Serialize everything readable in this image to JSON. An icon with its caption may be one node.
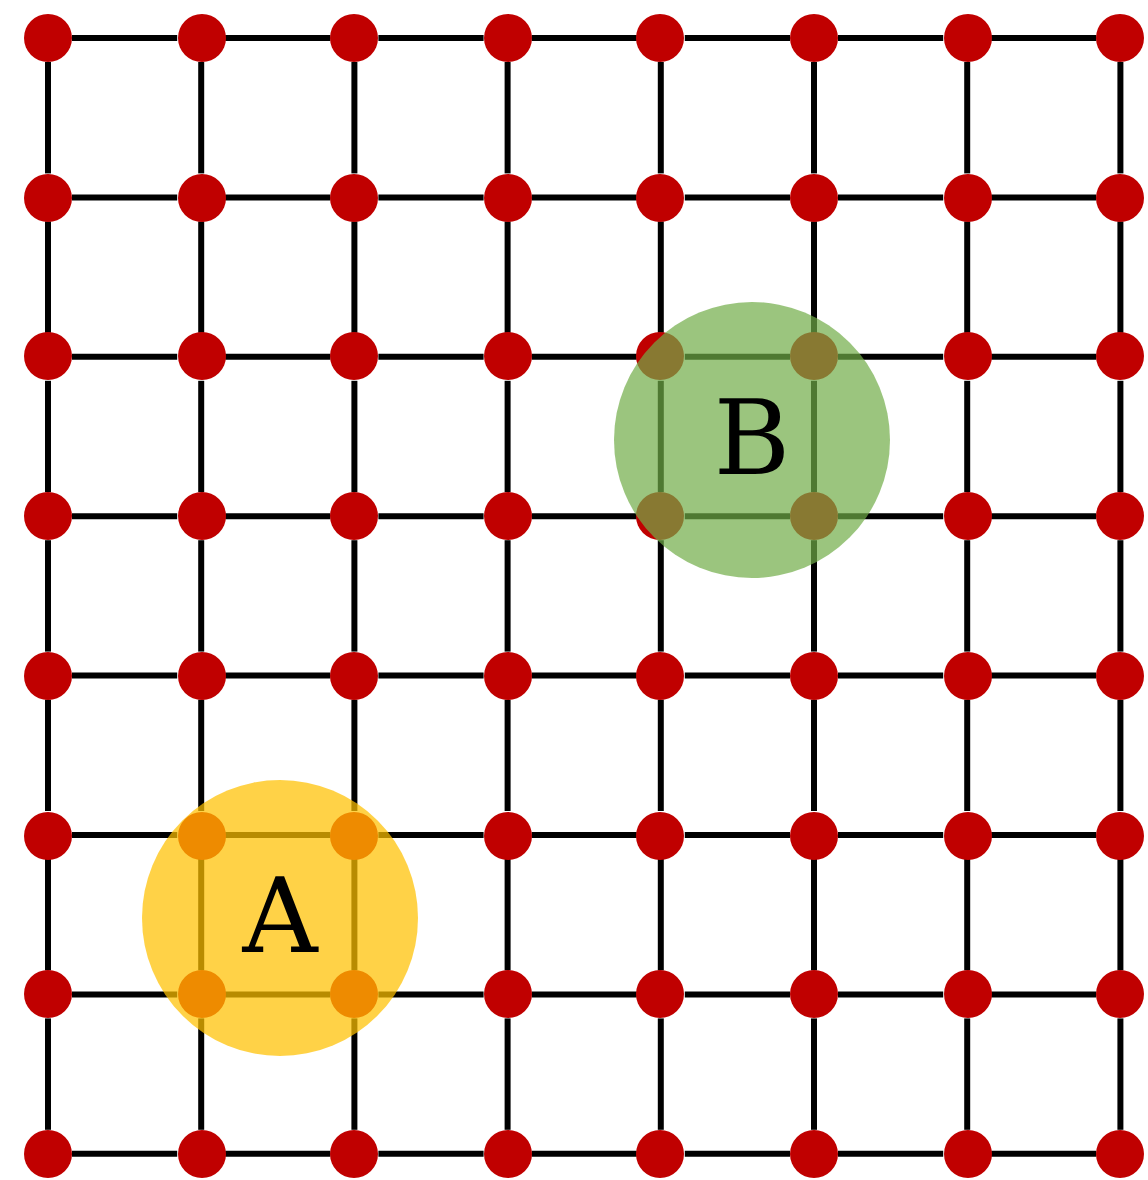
{
  "diagram": {
    "nodes": [
      {
        "text": [],
        "shape": "circle"
      },
      {
        "text": [],
        "shape": "circle"
      },
      {
        "text": [],
        "shape": "circle"
      },
      {
        "text": [],
        "shape": "circle"
      },
      {
        "text": [],
        "shape": "circle"
      },
      {
        "text": [],
        "shape": "circle"
      },
      {
        "text": [],
        "shape": "circle"
      },
      {
        "text": [],
        "shape": "circle"
      },
      {
        "text": [],
        "shape": "circle"
      },
      {
        "text": [],
        "shape": "circle"
      },
      {
        "text": [],
        "shape": "circle"
      },
      {
        "text": [],
        "shape": "circle"
      },
      {
        "text": [],
        "shape": "circle"
      },
      {
        "text": [],
        "shape": "circle"
      },
      {
        "text": [],
        "shape": "circle"
      },
      {
        "text": [],
        "shape": "circle"
      },
      {
        "text": [],
        "shape": "circle"
      },
      {
        "text": [],
        "shape": "circle"
      },
      {
        "text": [],
        "shape": "circle"
      },
      {
        "text": [],
        "shape": "circle"
      },
      {
        "text": [],
        "shape": "circle"
      },
      {
        "text": [],
        "shape": "circle"
      },
      {
        "text": [],
        "shape": "circle"
      },
      {
        "text": [],
        "shape": "circle"
      },
      {
        "text": [],
        "shape": "circle"
      },
      {
        "text": [],
        "shape": "circle"
      },
      {
        "text": [],
        "shape": "circle"
      },
      {
        "text": [],
        "shape": "circle"
      },
      {
        "text": [],
        "shape": "circle"
      },
      {
        "text": [],
        "shape": "circle"
      },
      {
        "text": [],
        "shape": "circle"
      },
      {
        "text": [],
        "shape": "circle"
      },
      {
        "text": [],
        "shape": "circle"
      },
      {
        "text": [],
        "shape": "circle"
      },
      {
        "text": [],
        "shape": "circle"
      },
      {
        "text": [],
        "shape": "circle"
      },
      {
        "text": [],
        "shape": "circle"
      },
      {
        "text": [],
        "shape": "circle"
      },
      {
        "text": [],
        "shape": "circle"
      },
      {
        "text": [],
        "shape": "circle"
      },
      {
        "text": [],
        "shape": "circle"
      },
      {
        "text": [],
        "shape": "circle"
      },
      {
        "text": [],
        "shape": "circle"
      },
      {
        "text": [],
        "shape": "circle"
      },
      {
        "text": [],
        "shape": "circle"
      },
      {
        "text": [],
        "shape": "circle"
      },
      {
        "text": [],
        "shape": "circle"
      },
      {
        "text": [],
        "shape": "circle"
      },
      {
        "text": [],
        "shape": "circle"
      },
      {
        "text": [],
        "shape": "circle"
      },
      {
        "text": [],
        "shape": "circle"
      },
      {
        "text": [],
        "shape": "circle"
      },
      {
        "text": [],
        "shape": "circle"
      },
      {
        "text": [],
        "shape": "circle"
      },
      {
        "text": [],
        "shape": "circle"
      },
      {
        "text": [],
        "shape": "circle"
      },
      {
        "text": [],
        "shape": "circle"
      },
      {
        "text": [],
        "shape": "circle"
      },
      {
        "text": [],
        "shape": "circle"
      },
      {
        "text": [],
        "shape": "circle"
      },
      {
        "text": [],
        "shape": "circle"
      },
      {
        "text": [],
        "shape": "circle"
      },
      {
        "text": [],
        "shape": "circle"
      },
      {
        "text": [],
        "shape": "circle"
      }
    ],
    "labels": [
      "B",
      "A"
    ],
    "edges": [
      {
        "from": 0,
        "to": 1,
        "arrow": "none"
      },
      {
        "from": 1,
        "to": 2,
        "arrow": "none"
      },
      {
        "from": 2,
        "to": 3,
        "arrow": "none"
      },
      {
        "from": 3,
        "to": 4,
        "arrow": "none"
      },
      {
        "from": 4,
        "to": 5,
        "arrow": "none"
      },
      {
        "from": 5,
        "to": 6,
        "arrow": "none"
      },
      {
        "from": 6,
        "to": 7,
        "arrow": "none"
      },
      {
        "from": 8,
        "to": 9,
        "arrow": "none"
      },
      {
        "from": 9,
        "to": 10,
        "arrow": "none"
      },
      {
        "from": 10,
        "to": 11,
        "arrow": "none"
      },
      {
        "from": 11,
        "to": 12,
        "arrow": "none"
      },
      {
        "from": 12,
        "to": 13,
        "arrow": "none"
      },
      {
        "from": 13,
        "to": 14,
        "arrow": "none"
      },
      {
        "from": 14,
        "to": 15,
        "arrow": "none"
      },
      {
        "from": 16,
        "to": 17,
        "arrow": "none"
      },
      {
        "from": 17,
        "to": 18,
        "arrow": "none"
      },
      {
        "from": 18,
        "to": 19,
        "arrow": "none"
      },
      {
        "from": 19,
        "to": 20,
        "arrow": "none"
      },
      {
        "from": 20,
        "to": 21,
        "arrow": "none"
      },
      {
        "from": 21,
        "to": 22,
        "arrow": "none"
      },
      {
        "from": 22,
        "to": 23,
        "arrow": "none"
      },
      {
        "from": 24,
        "to": 25,
        "arrow": "none"
      },
      {
        "from": 25,
        "to": 26,
        "arrow": "none"
      },
      {
        "from": 26,
        "to": 27,
        "arrow": "none"
      },
      {
        "from": 27,
        "to": 28,
        "arrow": "none"
      },
      {
        "from": 28,
        "to": 29,
        "arrow": "none"
      },
      {
        "from": 29,
        "to": 30,
        "arrow": "none"
      },
      {
        "from": 30,
        "to": 31,
        "arrow": "none"
      },
      {
        "from": 32,
        "to": 33,
        "arrow": "none"
      },
      {
        "from": 33,
        "to": 34,
        "arrow": "none"
      },
      {
        "from": 34,
        "to": 35,
        "arrow": "none"
      },
      {
        "from": 35,
        "to": 36,
        "arrow": "none"
      },
      {
        "from": 36,
        "to": 37,
        "arrow": "none"
      },
      {
        "from": 37,
        "to": 38,
        "arrow": "none"
      },
      {
        "from": 38,
        "to": 39,
        "arrow": "none"
      },
      {
        "from": 40,
        "to": 41,
        "arrow": "none"
      },
      {
        "from": 41,
        "to": 42,
        "arrow": "none"
      },
      {
        "from": 42,
        "to": 43,
        "arrow": "none"
      },
      {
        "from": 43,
        "to": 44,
        "arrow": "none"
      },
      {
        "from": 44,
        "to": 45,
        "arrow": "none"
      },
      {
        "from": 45,
        "to": 46,
        "arrow": "none"
      },
      {
        "from": 46,
        "to": 47,
        "arrow": "none"
      },
      {
        "from": 48,
        "to": 49,
        "arrow": "none"
      },
      {
        "from": 49,
        "to": 50,
        "arrow": "none"
      },
      {
        "from": 50,
        "to": 51,
        "arrow": "none"
      },
      {
        "from": 51,
        "to": 52,
        "arrow": "none"
      },
      {
        "from": 52,
        "to": 53,
        "arrow": "none"
      },
      {
        "from": 53,
        "to": 54,
        "arrow": "none"
      },
      {
        "from": 54,
        "to": 55,
        "arrow": "none"
      },
      {
        "from": 56,
        "to": 57,
        "arrow": "none"
      },
      {
        "from": 57,
        "to": 58,
        "arrow": "none"
      },
      {
        "from": 58,
        "to": 59,
        "arrow": "none"
      },
      {
        "from": 59,
        "to": 60,
        "arrow": "none"
      },
      {
        "from": 60,
        "to": 61,
        "arrow": "none"
      },
      {
        "from": 61,
        "to": 62,
        "arrow": "none"
      },
      {
        "from": 62,
        "to": 63,
        "arrow": "none"
      },
      {
        "from": 0,
        "to": 8,
        "arrow": "none"
      },
      {
        "from": 1,
        "to": 9,
        "arrow": "none"
      },
      {
        "from": 2,
        "to": 10,
        "arrow": "none"
      },
      {
        "from": 3,
        "to": 11,
        "arrow": "none"
      },
      {
        "from": 4,
        "to": 12,
        "arrow": "none"
      },
      {
        "from": 5,
        "to": 13,
        "arrow": "none"
      },
      {
        "from": 6,
        "to": 14,
        "arrow": "none"
      },
      {
        "from": 7,
        "to": 15,
        "arrow": "none"
      },
      {
        "from": 8,
        "to": 16,
        "arrow": "none"
      },
      {
        "from": 9,
        "to": 17,
        "arrow": "none"
      },
      {
        "from": 10,
        "to": 18,
        "arrow": "none"
      },
      {
        "from": 11,
        "to": 19,
        "arrow": "none"
      },
      {
        "from": 12,
        "to": 20,
        "arrow": "none"
      },
      {
        "from": 13,
        "to": 21,
        "arrow": "none"
      },
      {
        "from": 14,
        "to": 22,
        "arrow": "none"
      },
      {
        "from": 15,
        "to": 23,
        "arrow": "none"
      },
      {
        "from": 16,
        "to": 24,
        "arrow": "none"
      },
      {
        "from": 17,
        "to": 25,
        "arrow": "none"
      },
      {
        "from": 18,
        "to": 26,
        "arrow": "none"
      },
      {
        "from": 19,
        "to": 27,
        "arrow": "none"
      },
      {
        "from": 20,
        "to": 28,
        "arrow": "none"
      },
      {
        "from": 21,
        "to": 29,
        "arrow": "none"
      },
      {
        "from": 22,
        "to": 30,
        "arrow": "none"
      },
      {
        "from": 23,
        "to": 31,
        "arrow": "none"
      },
      {
        "from": 24,
        "to": 32,
        "arrow": "none"
      },
      {
        "from": 25,
        "to": 33,
        "arrow": "none"
      },
      {
        "from": 26,
        "to": 34,
        "arrow": "none"
      },
      {
        "from": 27,
        "to": 35,
        "arrow": "none"
      },
      {
        "from": 28,
        "to": 36,
        "arrow": "none"
      },
      {
        "from": 29,
        "to": 37,
        "arrow": "none"
      },
      {
        "from": 30,
        "to": 38,
        "arrow": "none"
      },
      {
        "from": 31,
        "to": 39,
        "arrow": "none"
      },
      {
        "from": 32,
        "to": 40,
        "arrow": "none"
      },
      {
        "from": 33,
        "to": 41,
        "arrow": "none"
      },
      {
        "from": 34,
        "to": 42,
        "arrow": "none"
      },
      {
        "from": 35,
        "to": 43,
        "arrow": "none"
      },
      {
        "from": 36,
        "to": 44,
        "arrow": "none"
      },
      {
        "from": 37,
        "to": 45,
        "arrow": "none"
      },
      {
        "from": 38,
        "to": 46,
        "arrow": "none"
      },
      {
        "from": 39,
        "to": 47,
        "arrow": "none"
      },
      {
        "from": 40,
        "to": 48,
        "arrow": "none"
      },
      {
        "from": 41,
        "to": 49,
        "arrow": "none"
      },
      {
        "from": 42,
        "to": 50,
        "arrow": "none"
      },
      {
        "from": 43,
        "to": 51,
        "arrow": "none"
      },
      {
        "from": 44,
        "to": 52,
        "arrow": "none"
      },
      {
        "from": 45,
        "to": 53,
        "arrow": "none"
      },
      {
        "from": 46,
        "to": 54,
        "arrow": "none"
      },
      {
        "from": 47,
        "to": 55,
        "arrow": "none"
      },
      {
        "from": 48,
        "to": 56,
        "arrow": "none"
      },
      {
        "from": 49,
        "to": 57,
        "arrow": "none"
      },
      {
        "from": 50,
        "to": 58,
        "arrow": "none"
      },
      {
        "from": 51,
        "to": 59,
        "arrow": "none"
      },
      {
        "from": 52,
        "to": 60,
        "arrow": "none"
      },
      {
        "from": 53,
        "to": 61,
        "arrow": "none"
      },
      {
        "from": 54,
        "to": 62,
        "arrow": "none"
      },
      {
        "from": 55,
        "to": 63,
        "arrow": "none"
      }
    ]
  }
}
